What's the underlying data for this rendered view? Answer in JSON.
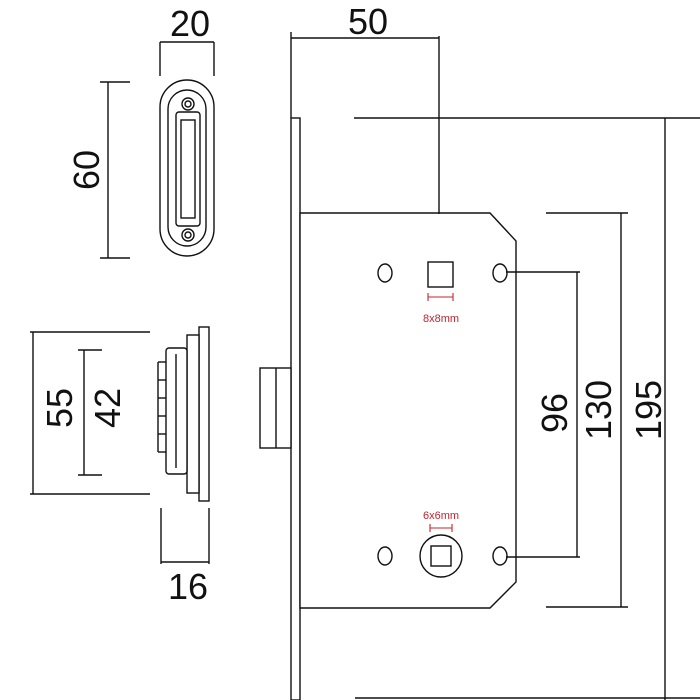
{
  "dimensions": {
    "strike_width": "20",
    "strike_height": "60",
    "faceplate_height": "55",
    "faceplate_hole_spacing": "42",
    "faceplate_depth": "16",
    "backset": "50",
    "centres": "96",
    "case_height": "130",
    "forend_height": "195"
  },
  "spindles": {
    "upper": "8x8mm",
    "lower": "6x6mm"
  },
  "colors": {
    "line": "#111111",
    "spec": "#c4232f"
  }
}
